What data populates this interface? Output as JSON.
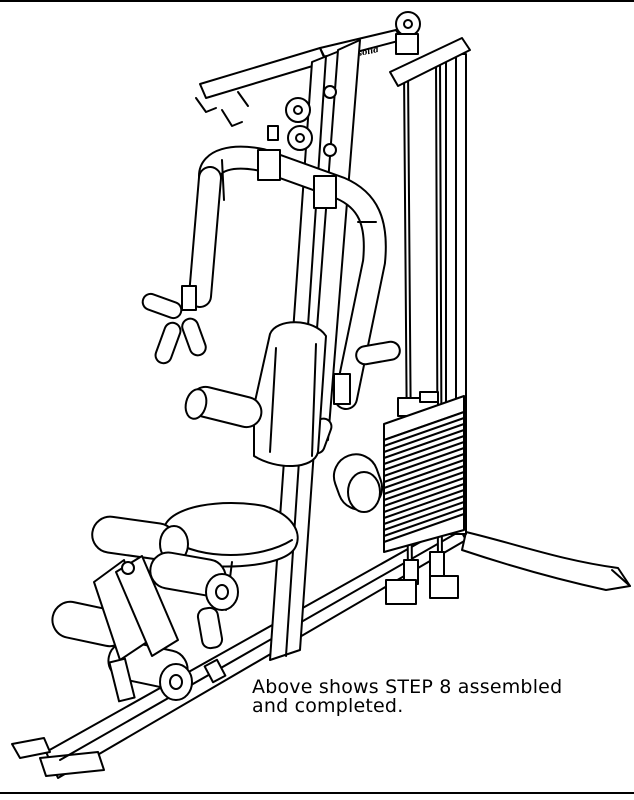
{
  "figure": {
    "brand_label": "Body-solid",
    "caption_line1": "Above shows STEP 8 assembled",
    "caption_line2": "and completed."
  }
}
